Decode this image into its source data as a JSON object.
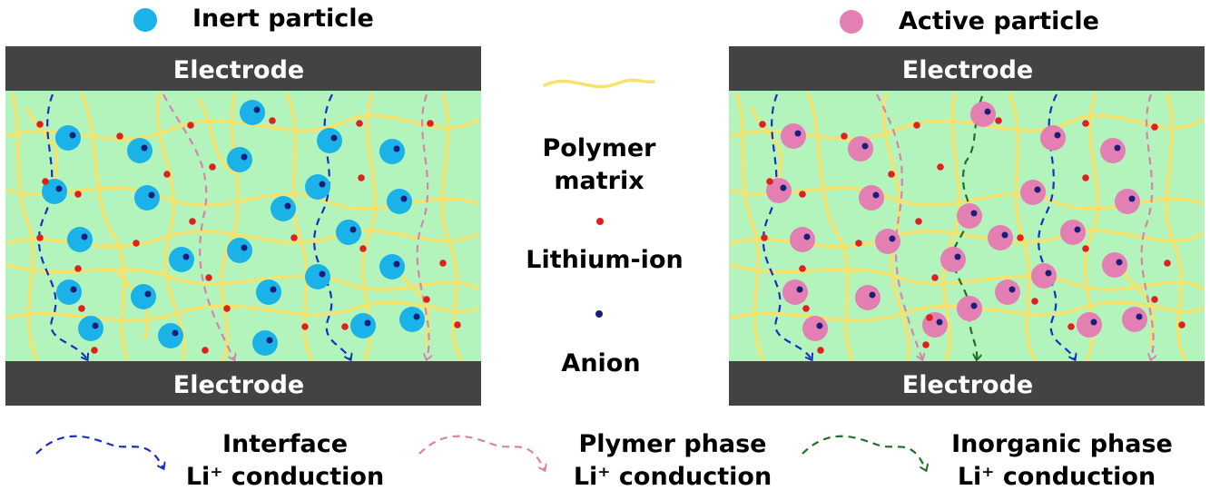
{
  "legend_top": {
    "inert": "Inert particle",
    "active": "Active particle"
  },
  "panels": {
    "left": {
      "electrode_top": "Electrode",
      "electrode_bottom": "Electrode"
    },
    "right": {
      "electrode_top": "Electrode",
      "electrode_bottom": "Electrode"
    }
  },
  "center_legend": {
    "polymer_line1": "Polymer",
    "polymer_line2": "matrix",
    "lithium": "Lithium-ion",
    "anion": "Anion"
  },
  "bottom_legend": {
    "interface_line1": "Interface",
    "interface_line2": "Li⁺ conduction",
    "polymer_line1": "Plymer phase",
    "polymer_line2": "Li⁺ conduction",
    "inorganic_line1": "Inorganic phase",
    "inorganic_line2": "Li⁺ conduction"
  },
  "colors": {
    "electrode": "#434343",
    "electrolyte": "#b3f4bd",
    "polymer": "#f7e26b",
    "inert_particle": "#1ab2e8",
    "active_particle": "#e37fb2",
    "lithium_ion": "#e0201e",
    "anion": "#1a1e78",
    "interface_path": "#1c2dbf",
    "polymer_path": "#d982aa",
    "inorganic_path": "#1f6e2a"
  }
}
